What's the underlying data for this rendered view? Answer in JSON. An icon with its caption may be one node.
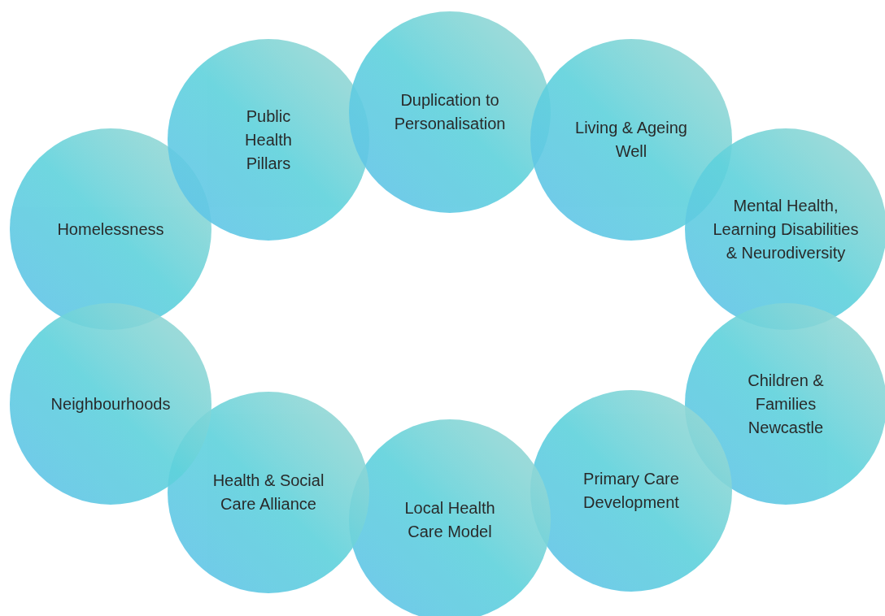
{
  "diagram": {
    "nodes": [
      {
        "text": [
          "Homelessness"
        ]
      },
      {
        "text": [
          "Public Health Pillars"
        ]
      },
      {
        "text": [
          "Duplication to Personalisation"
        ]
      },
      {
        "text": [
          "Living & Ageing Well"
        ]
      },
      {
        "text": [
          "Mental Health, Learning Disabilities & Neurodiversity"
        ]
      },
      {
        "text": [
          "Children & Families Newcastle"
        ]
      },
      {
        "text": [
          "Primary Care Development"
        ]
      },
      {
        "text": [
          "Local Health Care Model"
        ]
      },
      {
        "text": [
          "Health & Social Care Alliance"
        ]
      },
      {
        "text": [
          "Neighbourhoods"
        ]
      }
    ]
  }
}
